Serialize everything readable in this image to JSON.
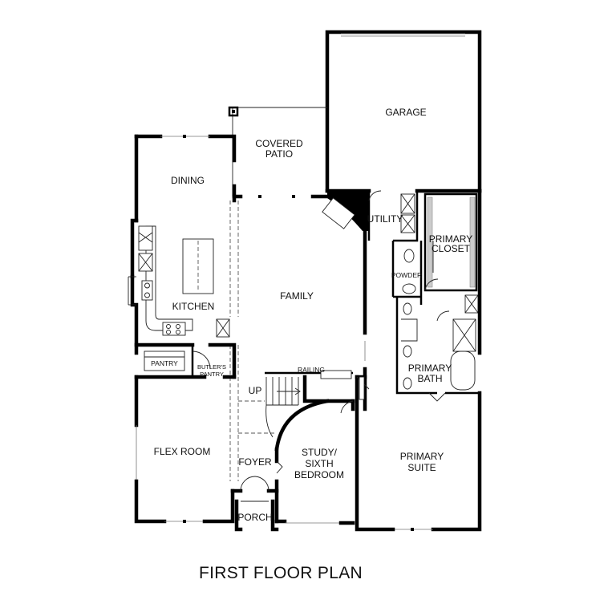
{
  "title": "FIRST FLOOR PLAN",
  "rooms": {
    "garage": "GARAGE",
    "covered_patio": [
      "COVERED",
      "PATIO"
    ],
    "dining": "DINING",
    "utility": "UTILITY",
    "primary_closet": [
      "PRIMARY",
      "CLOSET"
    ],
    "powder": "POWDER",
    "family": "FAMILY",
    "kitchen": "KITCHEN",
    "pantry": "PANTRY",
    "butlers_pantry": [
      "BUTLER'S",
      "PANTRY"
    ],
    "railing": "RAILING",
    "up": "UP",
    "primary_bath": [
      "PRIMARY",
      "BATH"
    ],
    "flex_room": "FLEX ROOM",
    "foyer": "FOYER",
    "study": [
      "STUDY/",
      "SIXTH",
      "BEDROOM"
    ],
    "primary_suite": [
      "PRIMARY",
      "SUITE"
    ],
    "porch": "PORCH"
  }
}
